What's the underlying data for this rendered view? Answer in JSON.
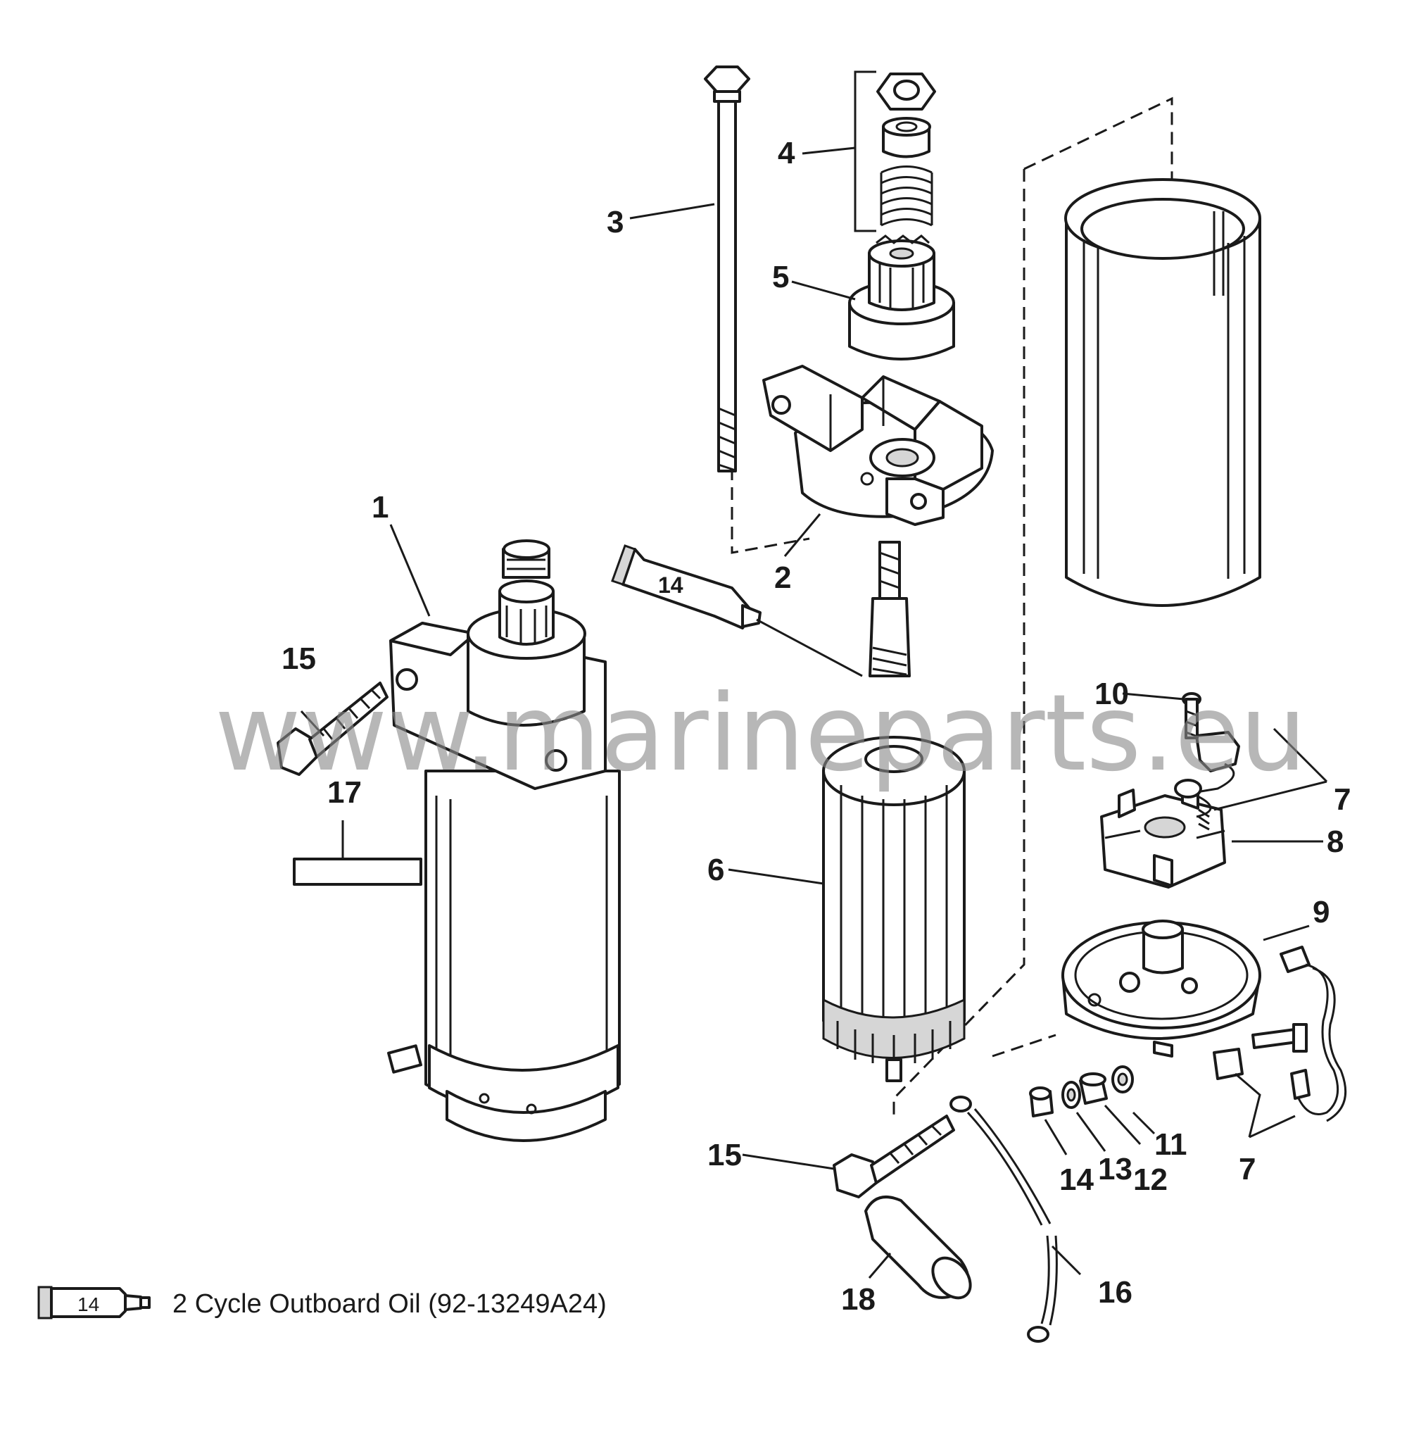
{
  "callouts": [
    {
      "id": "c1",
      "text": "1"
    },
    {
      "id": "c2",
      "text": "2"
    },
    {
      "id": "c3",
      "text": "3"
    },
    {
      "id": "c4",
      "text": "4"
    },
    {
      "id": "c5",
      "text": "5"
    },
    {
      "id": "c6",
      "text": "6"
    },
    {
      "id": "c7a",
      "text": "7"
    },
    {
      "id": "c7b",
      "text": "7"
    },
    {
      "id": "c8",
      "text": "8"
    },
    {
      "id": "c9",
      "text": "9"
    },
    {
      "id": "c10",
      "text": "10"
    },
    {
      "id": "c11",
      "text": "11"
    },
    {
      "id": "c12",
      "text": "12"
    },
    {
      "id": "c13",
      "text": "13"
    },
    {
      "id": "c14",
      "text": "14"
    },
    {
      "id": "c15a",
      "text": "15"
    },
    {
      "id": "c15b",
      "text": "15"
    },
    {
      "id": "c16",
      "text": "16"
    },
    {
      "id": "c17",
      "text": "17"
    },
    {
      "id": "c18",
      "text": "18"
    }
  ],
  "tube_labels": {
    "main": "14",
    "legend": "14"
  },
  "legend": {
    "text": "2 Cycle Outboard Oil (92-13249A24)"
  },
  "watermark": {
    "text": "www.marineparts.eu"
  }
}
